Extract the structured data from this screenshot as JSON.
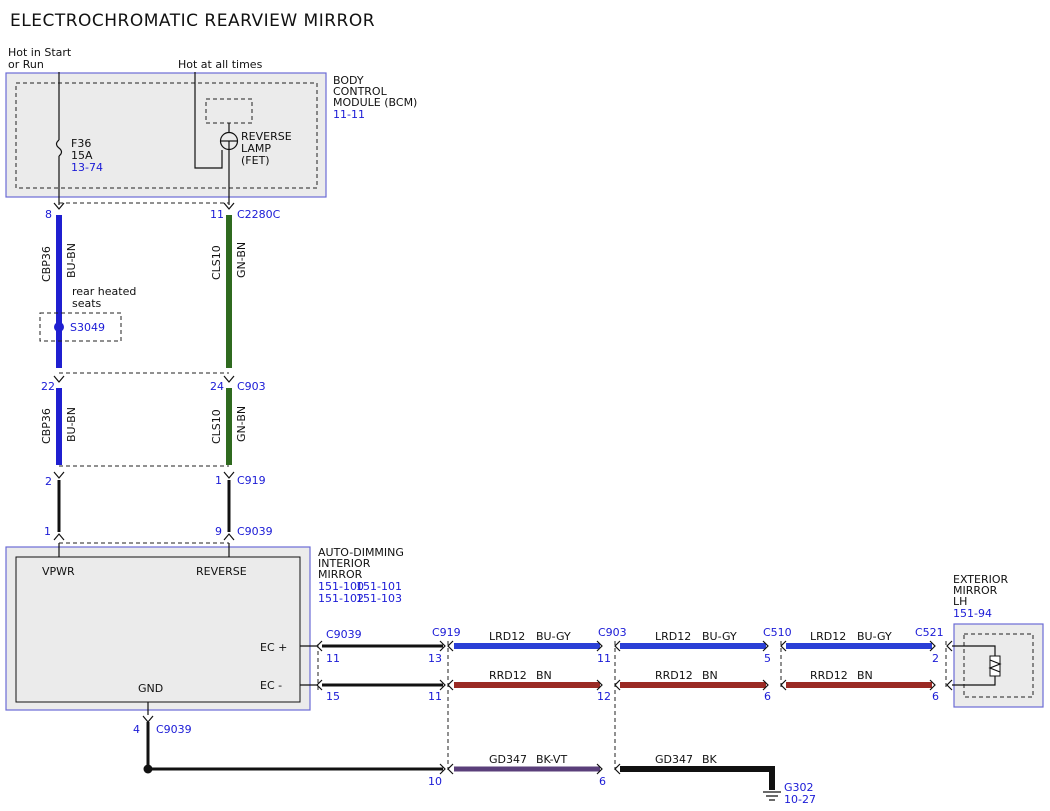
{
  "title": "ELECTROCHROMATIC REARVIEW MIRROR",
  "power": {
    "hot_start_run_1": "Hot in Start",
    "hot_start_run_2": "or Run",
    "hot_all_times": "Hot at all times"
  },
  "bcm": {
    "name_1": "BODY",
    "name_2": "CONTROL",
    "name_3": "MODULE (BCM)",
    "ref": "11-11",
    "fuse_name": "F36",
    "fuse_rating": "15A",
    "fuse_ref": "13-74",
    "fet_1": "REVERSE",
    "fet_2": "LAMP",
    "fet_3": "(FET)"
  },
  "connectors": {
    "c2280c": {
      "name": "C2280C",
      "pin_left": "8",
      "pin_right": "11"
    },
    "c903_top": {
      "name": "C903",
      "pin_left": "22",
      "pin_right": "24"
    },
    "c919_top": {
      "name": "C919",
      "pin_left": "2",
      "pin_right": "1"
    },
    "c9039_top": {
      "name": "C9039",
      "pin_left": "1",
      "pin_right": "9"
    },
    "c9039_gnd": {
      "name": "C9039",
      "pin": "4"
    },
    "c9039_ec": {
      "name": "C9039",
      "pin_top": "11",
      "pin_bottom": "15"
    },
    "c919_ec": {
      "name": "C919",
      "pin_top": "13",
      "pin_bottom": "11",
      "pin_gnd": "10"
    },
    "c903_ec": {
      "name": "C903",
      "pin_top": "11",
      "pin_bottom": "12",
      "pin_gnd": "6"
    },
    "c510": {
      "name": "C510",
      "pin_top": "5",
      "pin_bottom": "6"
    },
    "c521": {
      "name": "C521",
      "pin_top": "2",
      "pin_bottom": "6"
    }
  },
  "wires": {
    "cbp36": {
      "circuit": "CBP36",
      "color": "BU-BN",
      "hex": "#1f1fd0"
    },
    "cls10": {
      "circuit": "CLS10",
      "color": "GN-BN",
      "hex": "#2f6a1f"
    },
    "lrd12": {
      "circuit": "LRD12",
      "color": "BU-GY",
      "hex": "#2a3fd6"
    },
    "rrd12": {
      "circuit": "RRD12",
      "color": "BN",
      "hex": "#9a2a24"
    },
    "gd347_a": {
      "circuit": "GD347",
      "color": "BK-VT",
      "hex": "#5a3f7a"
    },
    "gd347_b": {
      "circuit": "GD347",
      "color": "BK",
      "hex": "#111111"
    }
  },
  "splice": {
    "label_1": "rear heated",
    "label_2": "seats",
    "name": "S3049"
  },
  "mirror": {
    "name_1": "AUTO-DIMMING",
    "name_2": "INTERIOR",
    "name_3": "MIRROR",
    "ref_1a": "151-100",
    "ref_1b": "151-101",
    "ref_2a": "151-102",
    "ref_2b": "151-103",
    "pin_vpwr": "VPWR",
    "pin_reverse": "REVERSE",
    "pin_gnd": "GND",
    "pin_ec_plus": "EC +",
    "pin_ec_minus": "EC -"
  },
  "exterior": {
    "name_1": "EXTERIOR",
    "name_2": "MIRROR",
    "name_3": "LH",
    "ref": "151-94"
  },
  "ground": {
    "name": "G302",
    "ref": "10-27"
  }
}
